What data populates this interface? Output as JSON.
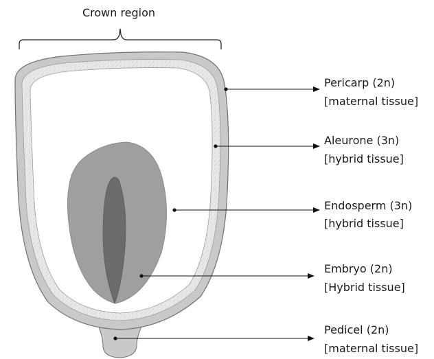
{
  "crown_label": "Crown region",
  "labels": [
    {
      "id": "pericarp",
      "line1": "Pericarp (2n)",
      "line2": "[maternal tissue]"
    },
    {
      "id": "aleurone",
      "line1": "Aleurone (3n)",
      "line2": "[hybrid tissue]"
    },
    {
      "id": "endosperm",
      "line1": "Endosperm (3n)",
      "line2": "[hybrid tissue]"
    },
    {
      "id": "embryo",
      "line1": "Embryo (2n)",
      "line2": "[Hybrid tissue]"
    },
    {
      "id": "pedicel",
      "line1": "Pedicel (2n)",
      "line2": "[maternal tissue]"
    }
  ],
  "colors": {
    "pericarp": "#c9c9c9",
    "aleurone": "#e6e6e6",
    "endosperm_fill": "#ffffff",
    "embryo_outer": "#9f9f9f",
    "embryo_inner": "#6b6b6b",
    "outline": "#707070"
  }
}
